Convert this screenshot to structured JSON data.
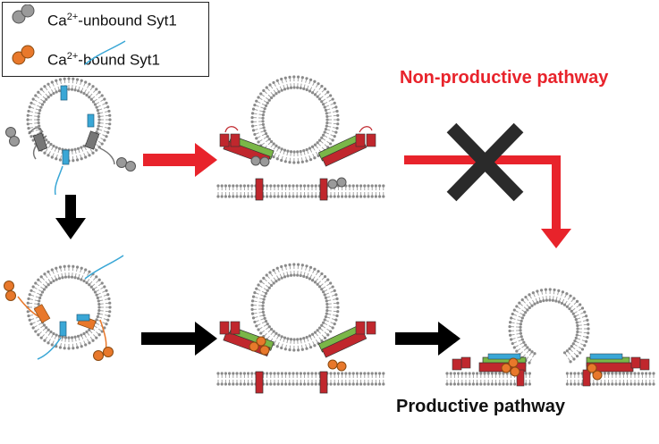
{
  "legend": {
    "unbound_prefix": "Ca",
    "unbound_sup": "2+",
    "unbound_suffix": "-unbound Syt1",
    "bound_prefix": "Ca",
    "bound_sup": "2+",
    "bound_suffix": "-bound  Syt1"
  },
  "labels": {
    "non_productive": "Non-productive pathway",
    "productive": "Productive pathway"
  },
  "colors": {
    "unbound_ca": "#9a9a9a",
    "bound_ca": "#e8782b",
    "red_arrow": "#e8232b",
    "black_arrow": "#000000",
    "cross": "#2a2a2a",
    "snare_red": "#c0272d",
    "snare_green": "#7ab648",
    "syt_blue": "#3aa7d6",
    "membrane": "#9c9c9c"
  }
}
